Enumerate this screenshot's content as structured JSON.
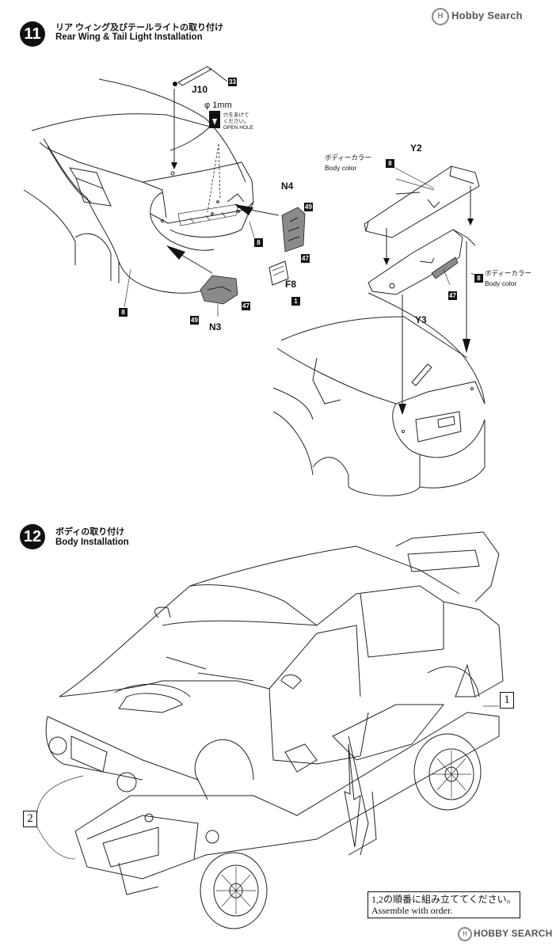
{
  "step11": {
    "number": "11",
    "title_jp": "リア ウィング及びテールライトの取り付け",
    "title_en": "Rear Wing & Tail Light Installation",
    "parts": {
      "j10": "J10",
      "n4": "N4",
      "n3": "N3",
      "f8": "F8",
      "y2": "Y2",
      "y3": "Y3"
    },
    "colors": {
      "c33": "33",
      "c49_n4": "49",
      "c47_n4": "47",
      "c8_n4": "8",
      "c8_body": "8",
      "c1_f8": "1",
      "c47_n3": "47",
      "c49_n3": "49",
      "c8_y2": "8",
      "c8_y3": "8",
      "c47_y3": "47"
    },
    "drill": {
      "size": "φ 1mm",
      "jp": "穴をあけて\nください。",
      "en": "OPEN HOLE"
    },
    "body_color_jp_1": "ボディーカラー",
    "body_color_en_1": "Body color",
    "body_color_jp_2": "ボディーカラー",
    "body_color_en_2": "Body color"
  },
  "step12": {
    "number": "12",
    "title_jp": "ボディの取り付け",
    "title_en": "Body Installation",
    "box1": "1",
    "box2": "2",
    "note_jp": "1,2の順番に組み立ててください。",
    "note_en": "Assemble with order."
  },
  "watermark_top": "Hobby Search",
  "watermark_bottom": "HOBBY SEARCH"
}
